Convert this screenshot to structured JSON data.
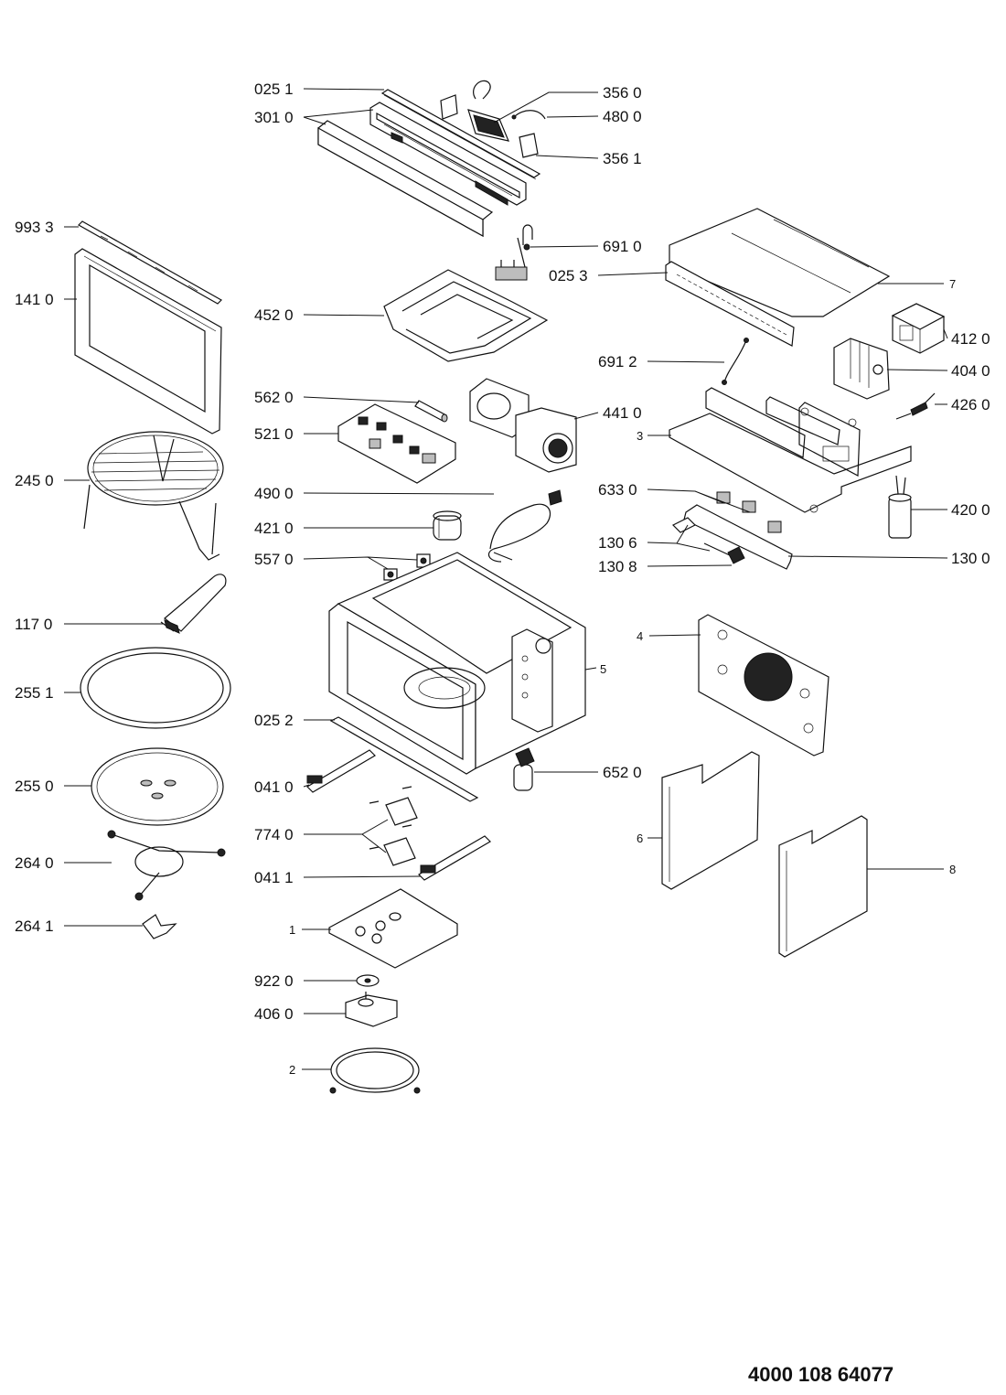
{
  "document_number": "4000 108 64077",
  "callouts": {
    "c0251": "025 1",
    "c3010": "301 0",
    "c3560": "356 0",
    "c4800": "480 0",
    "c3561": "356 1",
    "c9933": "993 3",
    "c1410": "141 0",
    "c6910": "691 0",
    "c0253": "025 3",
    "c7": "7",
    "c4520": "452 0",
    "c4120": "412 0",
    "c6912": "691 2",
    "c4040": "404 0",
    "c5620": "562 0",
    "c4410": "441 0",
    "c4260": "426 0",
    "c5210": "521 0",
    "c3": "3",
    "c2450": "245 0",
    "c4900": "490 0",
    "c6330": "633 0",
    "c4200": "420 0",
    "c4210": "421 0",
    "c1306": "130 6",
    "c5570": "557 0",
    "c1300": "130 0",
    "c1308": "130 8",
    "c1170": "117 0",
    "c4": "4",
    "c2551": "255 1",
    "c5": "5",
    "c0252": "025 2",
    "c6520": "652 0",
    "c2550": "255 0",
    "c0410": "041 0",
    "c6": "6",
    "c7740": "774 0",
    "c2640": "264 0",
    "c8": "8",
    "c0411": "041 1",
    "c2641": "264 1",
    "c1": "1",
    "c9220": "922 0",
    "c4060": "406 0",
    "c2": "2"
  }
}
